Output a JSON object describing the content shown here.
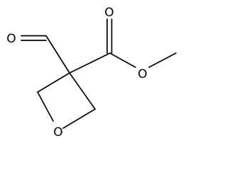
{
  "molecule": {
    "atoms": [
      {
        "id": "o_aldehyde",
        "label": "O"
      },
      {
        "id": "o_carbonyl",
        "label": "O"
      },
      {
        "id": "o_ester",
        "label": "O"
      },
      {
        "id": "o_ring",
        "label": "O"
      }
    ]
  },
  "colors": {
    "bond": "#000000",
    "label": "#000000",
    "background": "#ffffff"
  }
}
